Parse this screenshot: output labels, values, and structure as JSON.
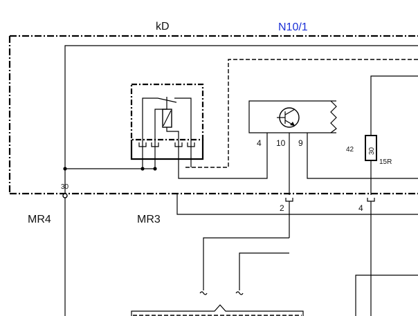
{
  "component": {
    "code": "N10/1",
    "name": "kD",
    "title_color": "#1a2fd6"
  },
  "terminals": {
    "top_left": "30",
    "pin_a": "4",
    "pin_b": "10",
    "pin_c": "9",
    "resistor_left": "42",
    "resistor_value": "30",
    "resistor_right": "15R",
    "conn_2": "2",
    "conn_4": "4"
  },
  "harness": {
    "mr4": "MR4",
    "mr3": "MR3"
  }
}
